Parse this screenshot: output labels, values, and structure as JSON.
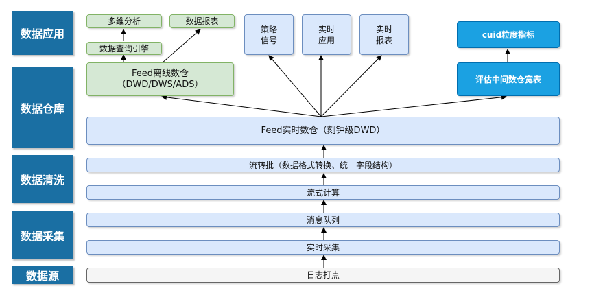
{
  "layers": {
    "app": "数据应用",
    "warehouse": "数据仓库",
    "cleaning": "数据清洗",
    "collection": "数据采集",
    "source": "数据源"
  },
  "nodes": {
    "multi_dim": "多维分析",
    "report": "数据报表",
    "query_engine": "数据查询引擎",
    "offline_warehouse": "Feed离线数仓\n（DWD/DWS/ADS）",
    "strategy_signal": "策略\n信号",
    "realtime_app": "实时\n应用",
    "realtime_report": "实时\n报表",
    "cuid_metric": "cuid粒度指标",
    "wide_table": "评估中间数仓宽表",
    "realtime_warehouse": "Feed实时数仓（刻钟级DWD）",
    "stream_batch": "流转批（数据格式转换、统一字段结构）",
    "stream_compute": "流式计算",
    "message_queue": "消息队列",
    "realtime_collect": "实时采集",
    "log_tracking": "日志打点"
  },
  "colors": {
    "layer": "#1a6fa3",
    "blue_fill": "#dae8fc",
    "blue_stroke": "#6c8ebf",
    "green_fill": "#d5e8d4",
    "green_stroke": "#82b366",
    "gray_fill": "#f5f5f5",
    "dark_fill": "#1ba1e2"
  }
}
